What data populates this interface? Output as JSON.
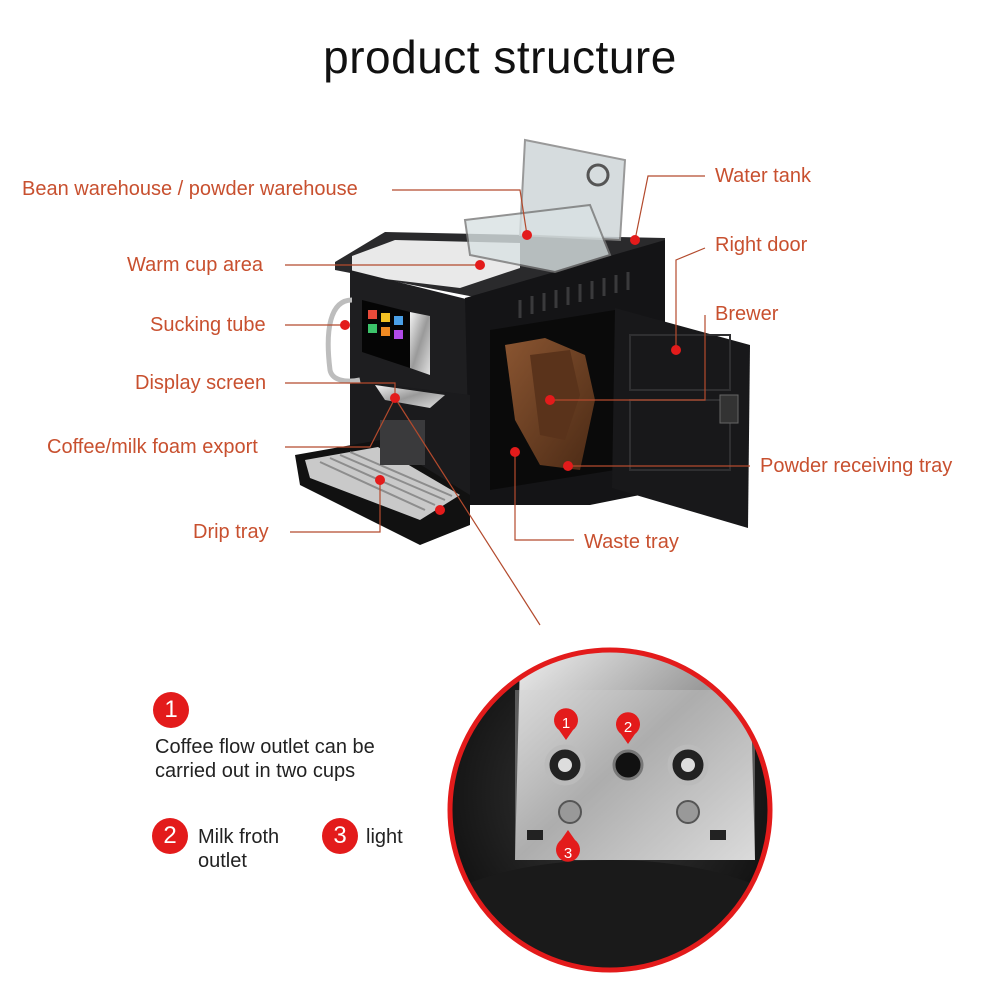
{
  "title": "product structure",
  "labels": {
    "bean_warehouse": "Bean warehouse / powder warehouse",
    "warm_cup_area": "Warm cup area",
    "sucking_tube": "Sucking tube",
    "display_screen": "Display screen",
    "coffee_milk_export": "Coffee/milk foam export",
    "drip_tray": "Drip tray",
    "water_tank": "Water tank",
    "right_door": "Right door",
    "brewer": "Brewer",
    "powder_receiving_tray": "Powder receiving tray",
    "waste_tray": "Waste tray"
  },
  "legend": {
    "item1": {
      "number": "1",
      "text_line1": "Coffee flow outlet can be",
      "text_line2": "carried out in two cups"
    },
    "item2": {
      "number": "2",
      "text_line1": "Milk froth",
      "text_line2": "outlet"
    },
    "item3": {
      "number": "3",
      "text_line1": "light"
    }
  },
  "callout_markers": {
    "m1": "1",
    "m2": "2",
    "m3": "3"
  },
  "colors": {
    "label": "#c8502f",
    "marker": "#e31b1b",
    "machine_body": "#1b1b1d",
    "brewer": "#6b3f22"
  }
}
